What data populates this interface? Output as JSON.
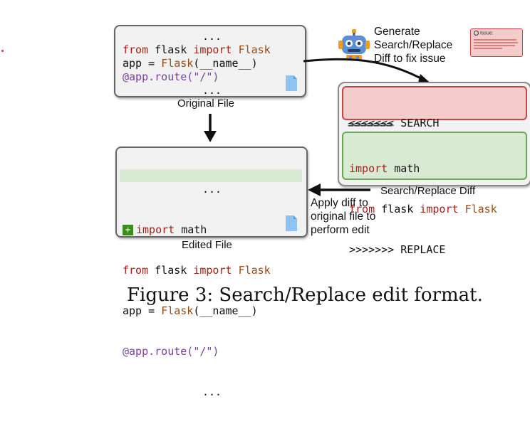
{
  "original_file": {
    "lines": [
      [
        {
          "t": "...",
          "c": ""
        }
      ],
      [
        {
          "t": "from",
          "c": "kw"
        },
        {
          "t": " flask ",
          "c": ""
        },
        {
          "t": "import",
          "c": "kw"
        },
        {
          "t": " ",
          "c": ""
        },
        {
          "t": "Flask",
          "c": "fn"
        }
      ],
      [
        {
          "t": "app = ",
          "c": ""
        },
        {
          "t": "Flask",
          "c": "fn"
        },
        {
          "t": "(__name__)",
          "c": ""
        }
      ],
      [
        {
          "t": "@app.route(\"/\")",
          "c": "dec"
        }
      ],
      [
        {
          "t": "...",
          "c": ""
        }
      ]
    ],
    "caption": "Original File"
  },
  "edited_file": {
    "added_marker": "+",
    "lines": [
      [
        {
          "t": "...",
          "c": ""
        }
      ],
      [
        {
          "t": "import",
          "c": "kw"
        },
        {
          "t": " math",
          "c": ""
        }
      ],
      [
        {
          "t": "from",
          "c": "kw"
        },
        {
          "t": " flask ",
          "c": ""
        },
        {
          "t": "import",
          "c": "kw"
        },
        {
          "t": " ",
          "c": ""
        },
        {
          "t": "Flask",
          "c": "fn"
        }
      ],
      [
        {
          "t": "app = ",
          "c": ""
        },
        {
          "t": "Flask",
          "c": "fn"
        },
        {
          "t": "(__name__)",
          "c": ""
        }
      ],
      [
        {
          "t": "@app.route(\"/\")",
          "c": "dec"
        }
      ],
      [
        {
          "t": "...",
          "c": ""
        }
      ]
    ],
    "caption": "Edited File"
  },
  "diff": {
    "search_header": "<<<<<<< SEARCH",
    "search_lines": [
      [
        {
          "t": "from",
          "c": "kw"
        },
        {
          "t": " flask ",
          "c": ""
        },
        {
          "t": "import",
          "c": "kw"
        },
        {
          "t": " ",
          "c": ""
        },
        {
          "t": "Flask",
          "c": "fn"
        }
      ]
    ],
    "divider": "=======",
    "replace_lines": [
      [
        {
          "t": "import",
          "c": "kw"
        },
        {
          "t": " math",
          "c": ""
        }
      ],
      [
        {
          "t": "from",
          "c": "kw"
        },
        {
          "t": " flask ",
          "c": ""
        },
        {
          "t": "import",
          "c": "kw"
        },
        {
          "t": " ",
          "c": ""
        },
        {
          "t": "Flask",
          "c": "fn"
        }
      ]
    ],
    "replace_footer": ">>>>>>> REPLACE",
    "caption": "Search/Replace Diff"
  },
  "labels": {
    "generate": "Generate\nSearch/Replace\nDiff to fix issue",
    "apply": "Apply diff to\noriginal file to\nperform edit",
    "issue_title": "Issue:"
  },
  "figure_caption": "Figure 3: Search/Replace edit format."
}
